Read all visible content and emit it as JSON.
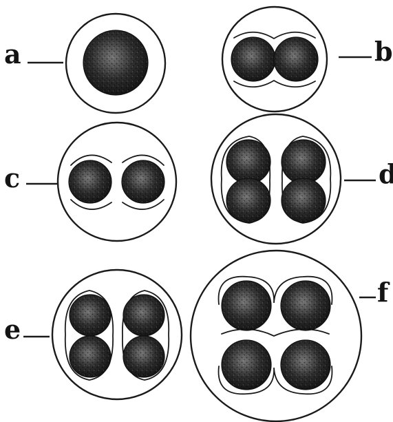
{
  "figure": {
    "background": "#ffffff",
    "ink": "#1a1a1a",
    "cell_dark": "#141414",
    "cell_mid": "#2e2e2e",
    "cell_light": "#767676"
  },
  "panels": [
    {
      "label": "a",
      "cells": 1
    },
    {
      "label": "b",
      "cells": 2
    },
    {
      "label": "c",
      "cells": 2
    },
    {
      "label": "d",
      "cells": 4
    },
    {
      "label": "e",
      "cells": 4
    },
    {
      "label": "f",
      "cells": 4
    }
  ]
}
